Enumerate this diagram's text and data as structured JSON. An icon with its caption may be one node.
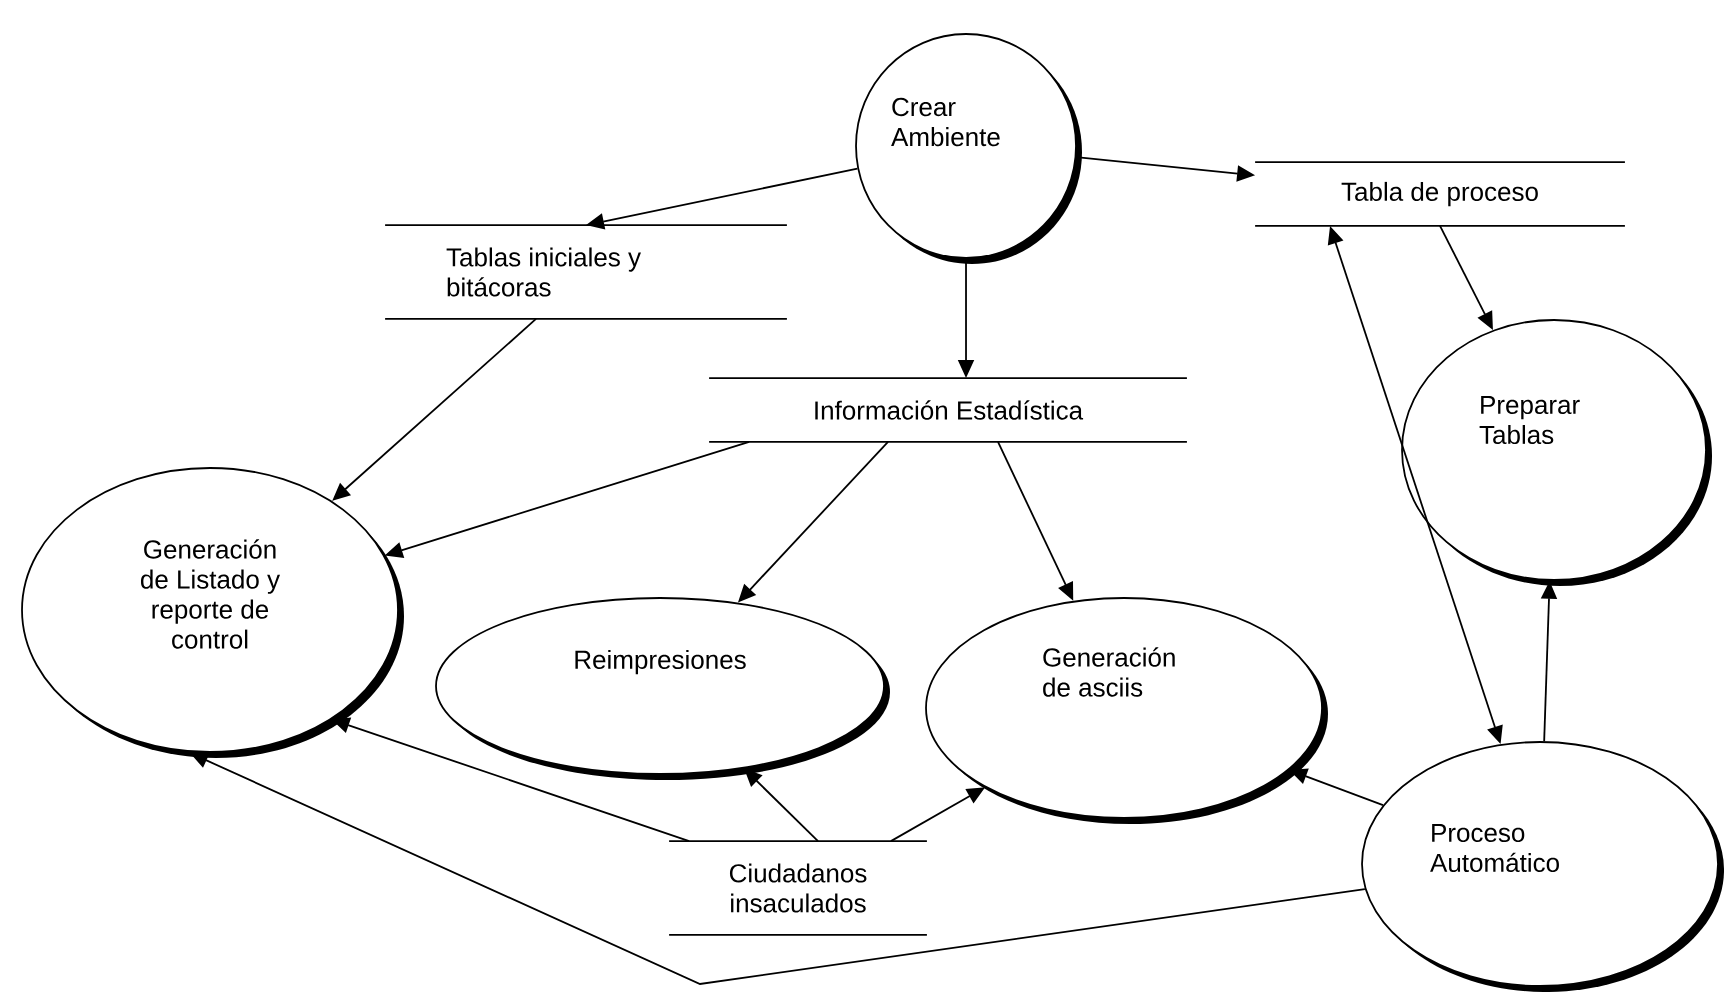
{
  "diagram": {
    "nodes": [
      {
        "text": [
          "Crear Ambiente"
        ]
      },
      {
        "text": [
          "Tablas iniciales y bitácoras"
        ]
      },
      {
        "text": [
          "Tabla de proceso"
        ]
      },
      {
        "text": [
          "Información Estadística"
        ]
      },
      {
        "text": [
          "Preparar Tablas"
        ]
      },
      {
        "text": [
          "Generación de Listado y reporte de control"
        ]
      },
      {
        "text": [
          "Reimpresiones"
        ]
      },
      {
        "text": [
          "Generación de asciis"
        ]
      },
      {
        "text": [
          "Ciudadanos insaculados"
        ]
      },
      {
        "text": [
          "Proceso Automático"
        ]
      }
    ],
    "edges": [
      {
        "from": 0,
        "to": 1,
        "arrow": "to"
      },
      {
        "from": 0,
        "to": 2,
        "arrow": "to"
      },
      {
        "from": 0,
        "to": 3,
        "arrow": "to"
      },
      {
        "from": 2,
        "to": 4,
        "arrow": "to"
      },
      {
        "from": 1,
        "to": 5,
        "arrow": "to"
      },
      {
        "from": 3,
        "to": 5,
        "arrow": "to"
      },
      {
        "from": 3,
        "to": 6,
        "arrow": "to"
      },
      {
        "from": 3,
        "to": 7,
        "arrow": "to"
      },
      {
        "from": 2,
        "to": 9,
        "arrow": "both"
      },
      {
        "from": 9,
        "to": 4,
        "arrow": "to"
      },
      {
        "from": 9,
        "to": 7,
        "arrow": "to"
      },
      {
        "from": 8,
        "to": 6,
        "arrow": "to"
      },
      {
        "from": 8,
        "to": 7,
        "arrow": "to"
      },
      {
        "from": 8,
        "to": 5,
        "arrow": "to"
      },
      {
        "from": 9,
        "to": 5,
        "arrow": "to"
      }
    ]
  }
}
